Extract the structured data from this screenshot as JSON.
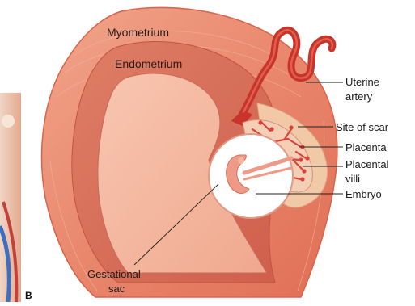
{
  "panel_letter": "B",
  "labels": {
    "myometrium": "Myometrium",
    "endometrium": "Endometrium",
    "uterine_artery_line1": "Uterine",
    "uterine_artery_line2": "artery",
    "site_of_scar": "Site of scar",
    "placenta": "Placenta",
    "placental_villi_line1": "Placental",
    "placental_villi_line2": "villi",
    "embryo": "Embryo",
    "gestational_sac_line1": "Gestational",
    "gestational_sac_line2": "sac"
  },
  "colors": {
    "myometrium": "#e9876d",
    "myometrium_edge": "#d9634a",
    "endometrium": "#d9725e",
    "cavity": "#f4b79f",
    "artery": "#c9342a",
    "villi": "#d8443c",
    "sac_fill": "#ffffff",
    "embryo": "#ee9a86",
    "scar": "#f2c9a6"
  }
}
